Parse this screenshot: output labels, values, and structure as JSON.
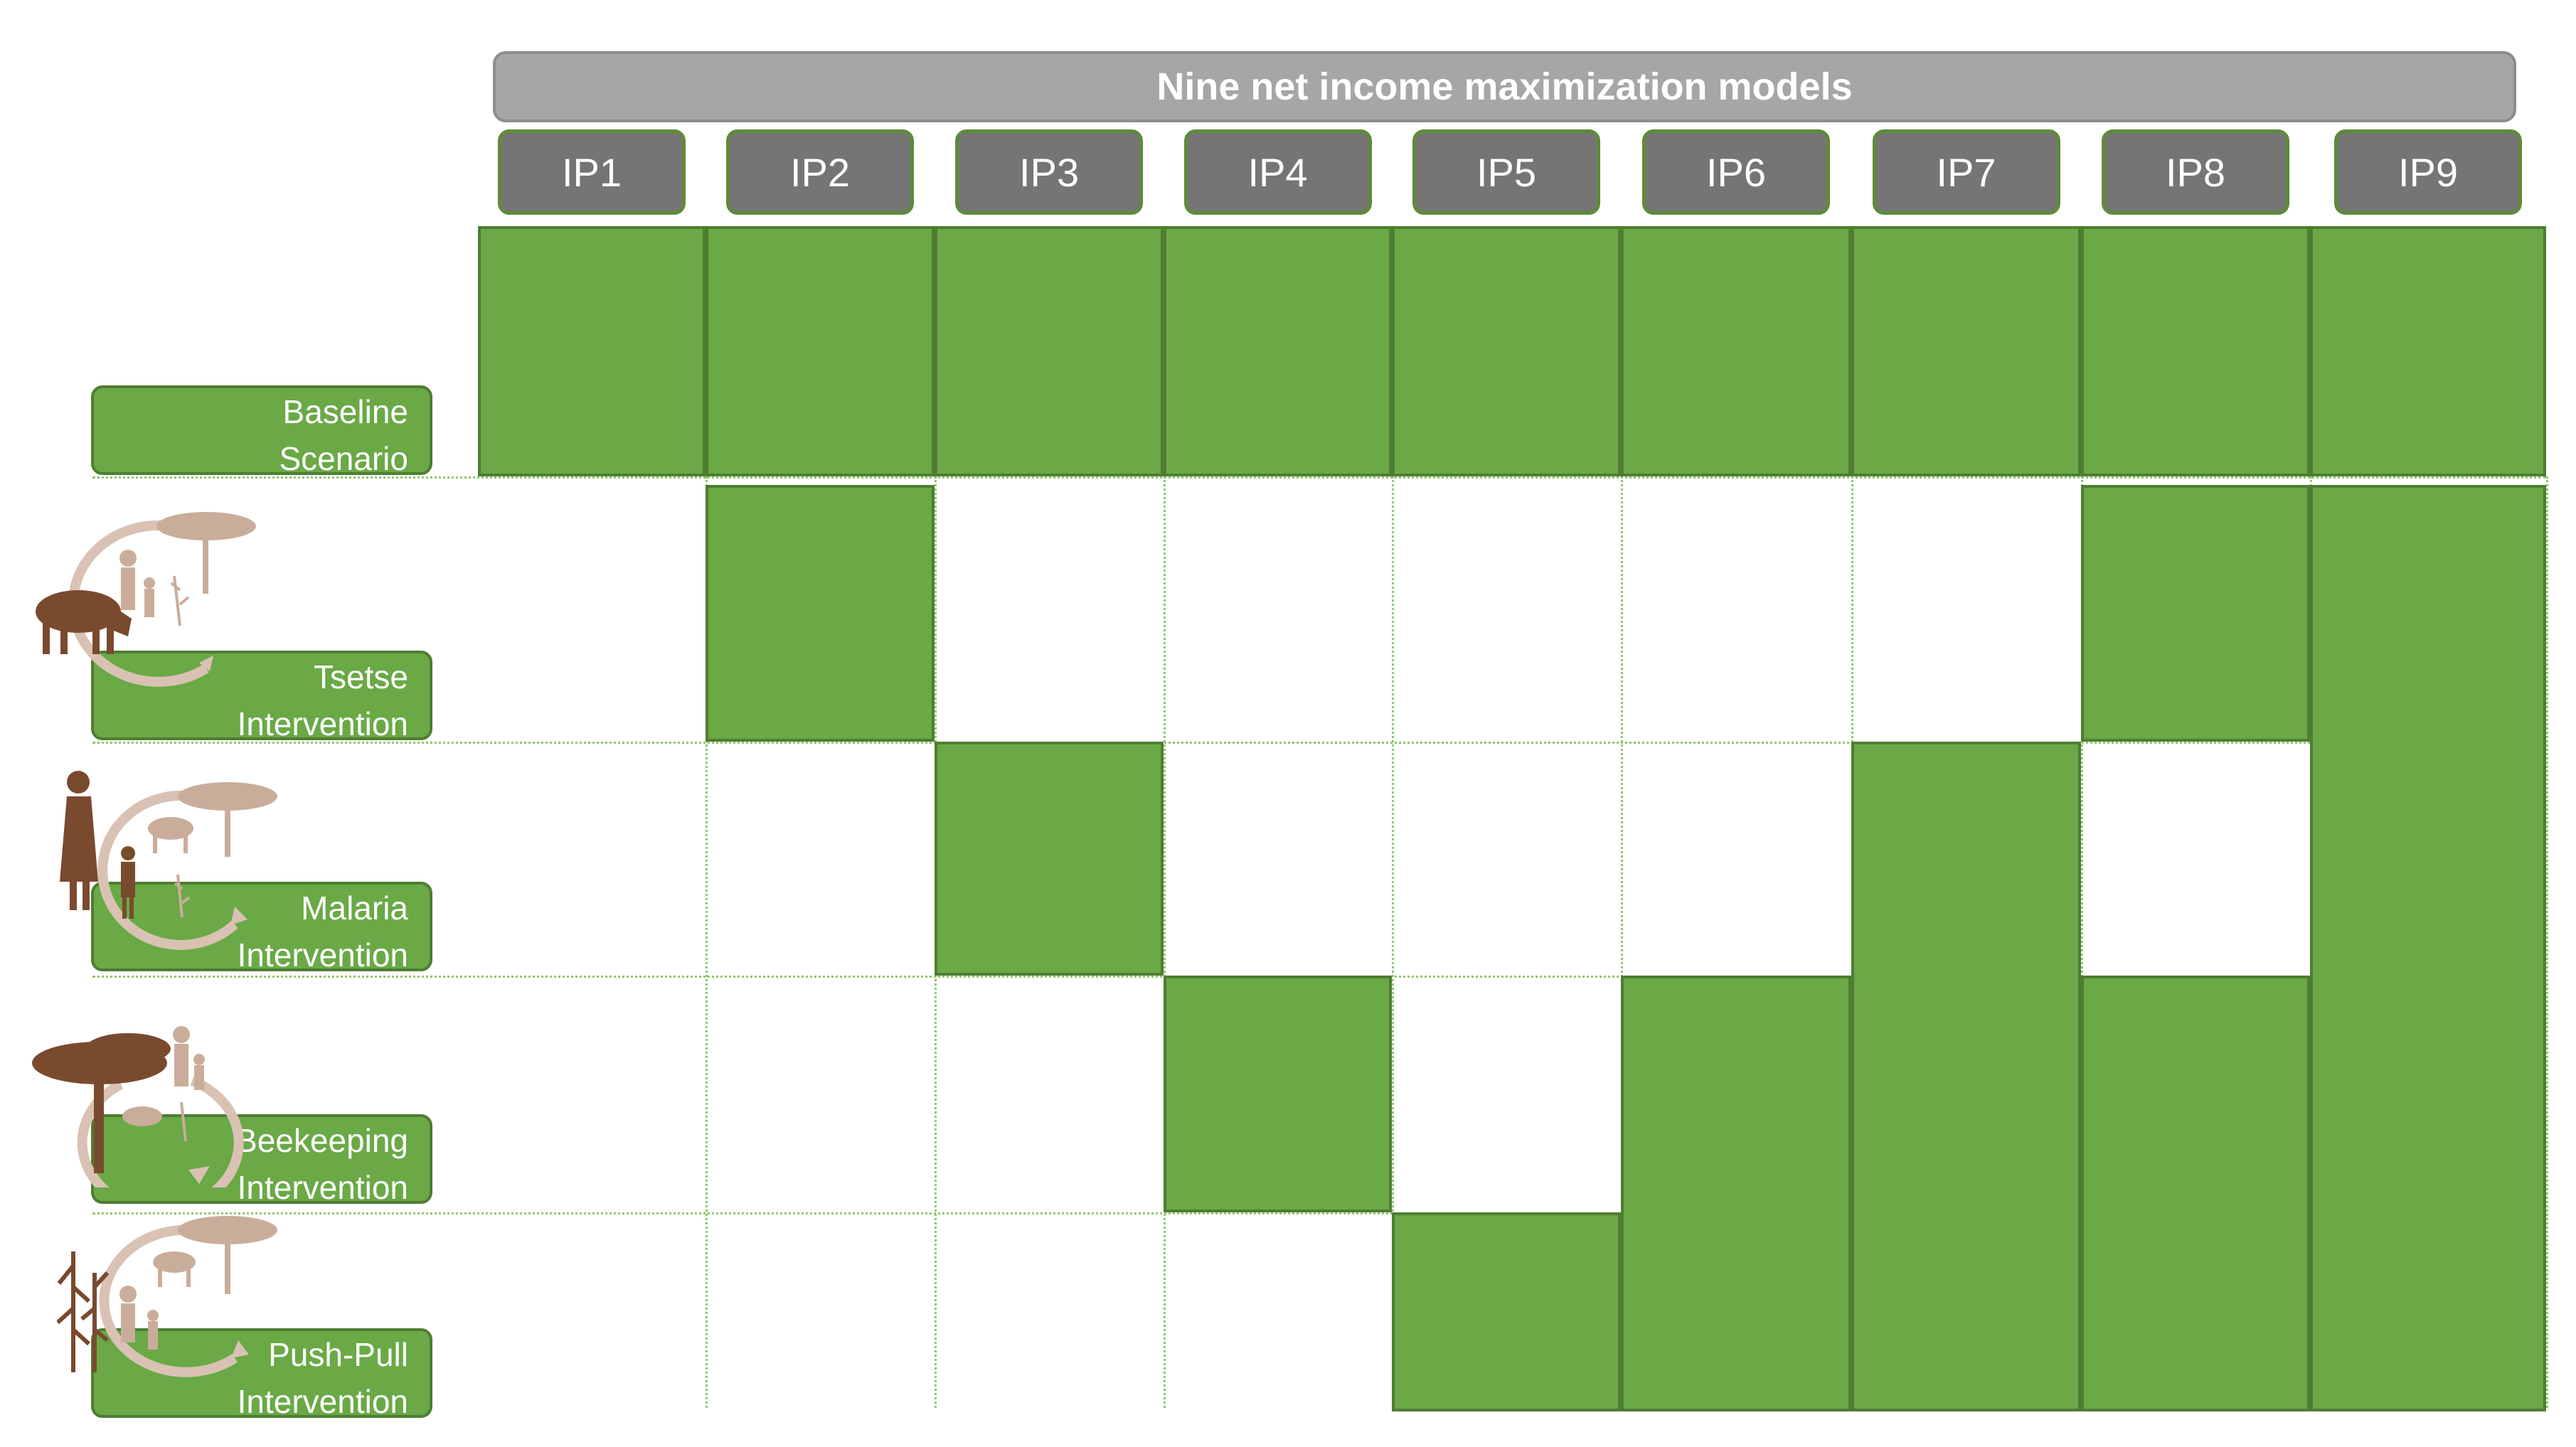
{
  "header": {
    "title": "Nine net income maximization models"
  },
  "models": [
    "IP1",
    "IP2",
    "IP3",
    "IP4",
    "IP5",
    "IP6",
    "IP7",
    "IP8",
    "IP9"
  ],
  "scenarios": [
    {
      "line1": "Baseline",
      "line2": "Scenario"
    },
    {
      "line1": "Tsetse",
      "line2": "Intervention",
      "icon": "tsetse-cow-icon"
    },
    {
      "line1": "Malaria",
      "line2": "Intervention",
      "icon": "malaria-people-icon"
    },
    {
      "line1": "Beekeeping",
      "line2": "Intervention",
      "icon": "beekeeping-tree-icon"
    },
    {
      "line1": "Push-Pull",
      "line2": "Intervention",
      "icon": "push-pull-maize-icon"
    }
  ],
  "matrix": {
    "IP1": [
      "Baseline Scenario"
    ],
    "IP2": [
      "Baseline Scenario",
      "Tsetse Intervention"
    ],
    "IP3": [
      "Baseline Scenario",
      "Malaria Intervention"
    ],
    "IP4": [
      "Baseline Scenario",
      "Beekeeping Intervention"
    ],
    "IP5": [
      "Baseline Scenario",
      "Push-Pull Intervention"
    ],
    "IP6": [
      "Baseline Scenario",
      "Beekeeping Intervention",
      "Push-Pull Intervention"
    ],
    "IP7": [
      "Baseline Scenario",
      "Malaria Intervention",
      "Beekeeping Intervention",
      "Push-Pull Intervention"
    ],
    "IP8": [
      "Baseline Scenario",
      "Tsetse Intervention",
      "Beekeeping Intervention",
      "Push-Pull Intervention"
    ],
    "IP9": [
      "Baseline Scenario",
      "Tsetse Intervention",
      "Malaria Intervention",
      "Beekeeping Intervention",
      "Push-Pull Intervention"
    ]
  },
  "colors": {
    "cell": "#6aa946",
    "cell_border": "#4f7d33",
    "tab": "#757575",
    "banner": "#a6a6a6",
    "icon_brown": "#7a4a2e",
    "icon_tan": "#c9ad9a"
  }
}
